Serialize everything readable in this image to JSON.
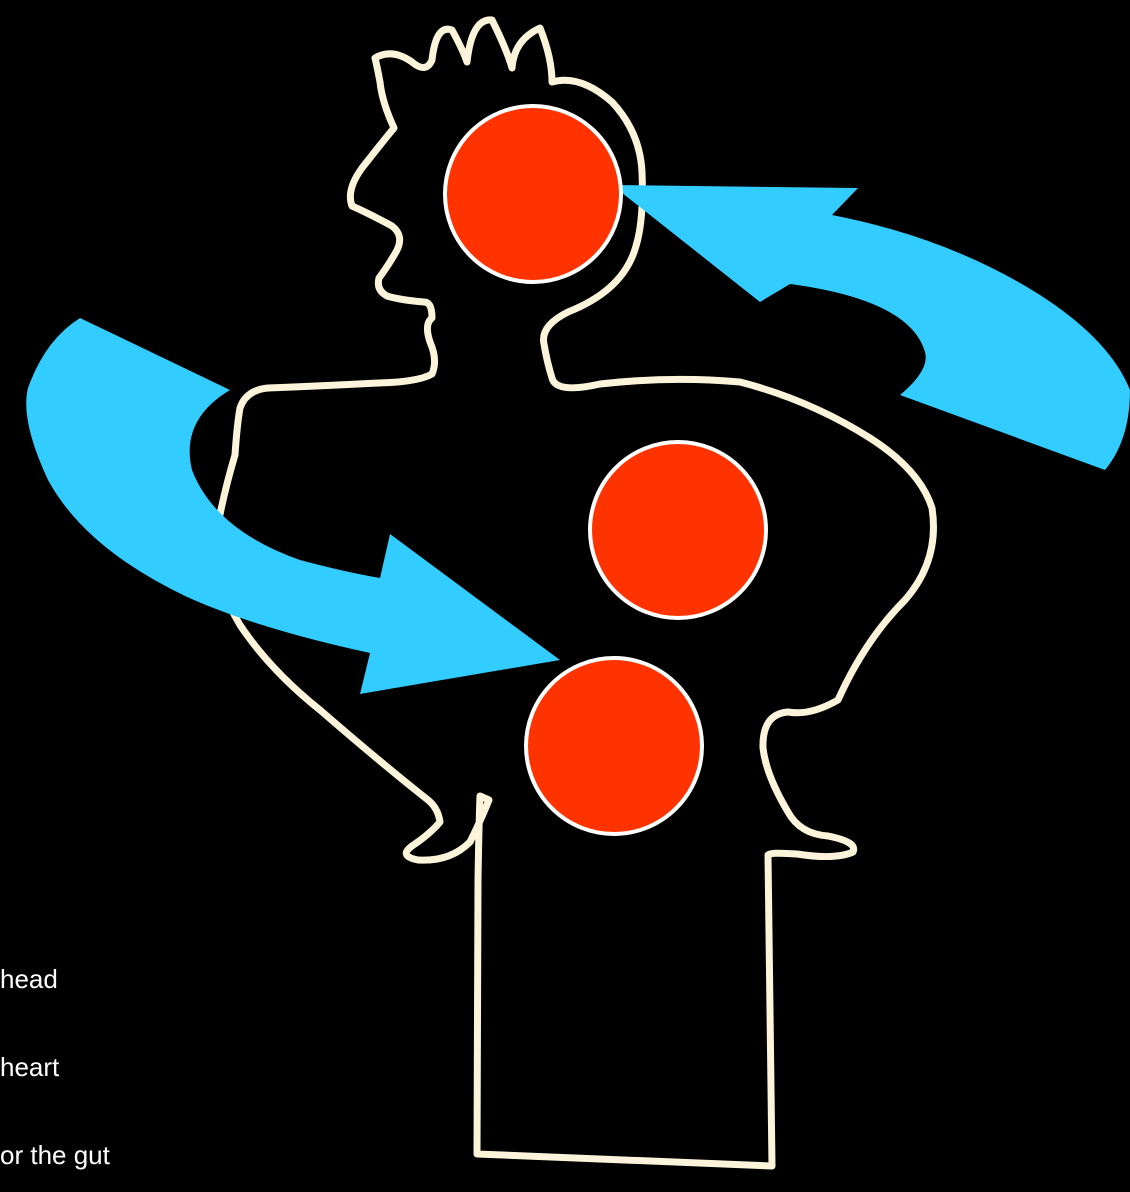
{
  "captions": {
    "head": "head",
    "heart": "heart",
    "gut": "or the gut"
  },
  "colors": {
    "background": "#000000",
    "outline": "#fbf3da",
    "center_fill": "#ff3300",
    "center_stroke": "#ffffff",
    "arrow": "#33ccff",
    "text": "#ffffff"
  },
  "icons": [
    "person-outline",
    "head-center-dot",
    "heart-center-dot",
    "gut-center-dot",
    "right-arrow-to-head",
    "left-arrow-to-gut"
  ]
}
